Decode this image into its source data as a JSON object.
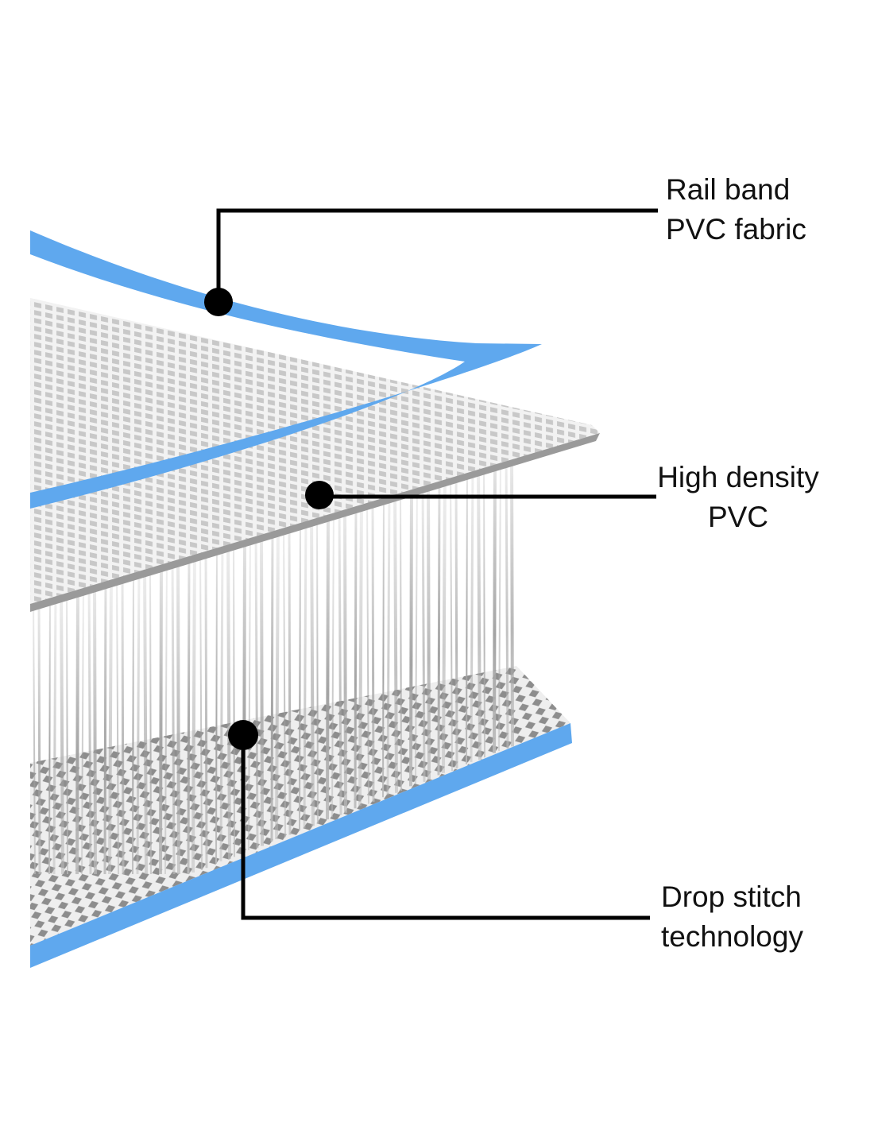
{
  "callouts": [
    {
      "lines": [
        "Rail band",
        "PVC fabric"
      ]
    },
    {
      "lines": [
        "High density",
        "PVC"
      ]
    },
    {
      "lines": [
        "Drop stitch",
        "technology"
      ]
    }
  ],
  "colors": {
    "band": "#5fa8ee",
    "band_dark": "#3f86d6",
    "sheet": "#d9d9d9",
    "fiber": "#8a8a8a",
    "line": "#000000"
  }
}
